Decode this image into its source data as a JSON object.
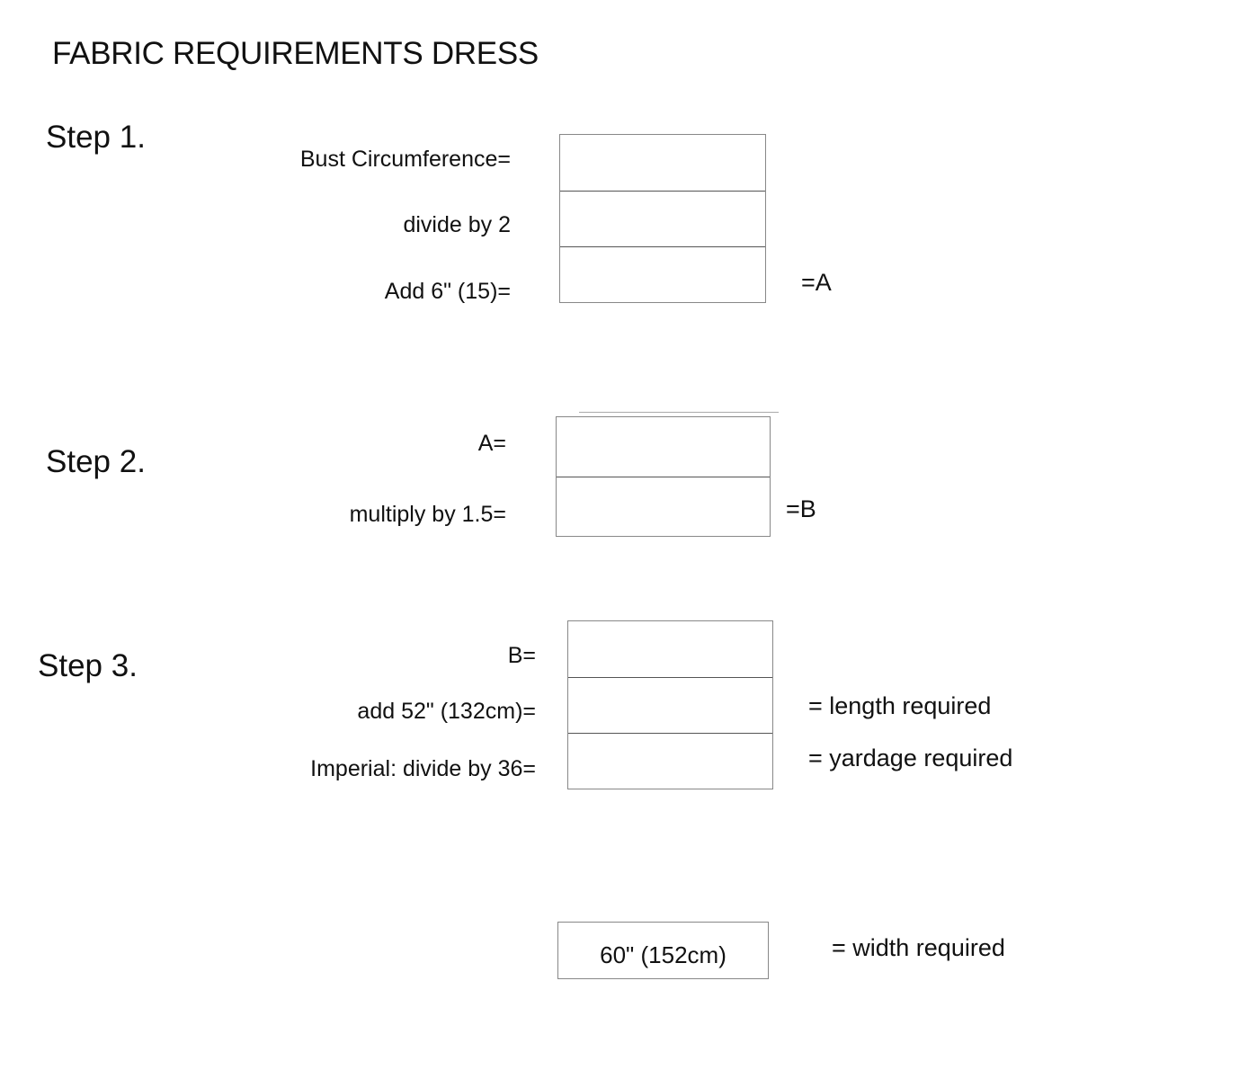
{
  "page": {
    "title": "FABRIC REQUIREMENTS DRESS"
  },
  "step1": {
    "heading": "Step 1.",
    "rows": [
      {
        "label": "Bust Circumference=",
        "value": ""
      },
      {
        "label": "divide by 2",
        "value": ""
      },
      {
        "label": "Add 6\" (15)=",
        "value": ""
      }
    ],
    "result_label": "=A"
  },
  "step2": {
    "heading": "Step 2.",
    "rows": [
      {
        "label": "A=",
        "value": ""
      },
      {
        "label": "multiply by 1.5=",
        "value": ""
      }
    ],
    "result_label": "=B"
  },
  "step3": {
    "heading": "Step 3.",
    "rows": [
      {
        "label": "B=",
        "value": ""
      },
      {
        "label": "add 52\" (132cm)=",
        "value": ""
      },
      {
        "label": "Imperial: divide by 36=",
        "value": ""
      }
    ],
    "length_label": "= length required",
    "yardage_label": "= yardage required"
  },
  "width": {
    "value": "60\" (152cm)",
    "label": "= width required"
  }
}
